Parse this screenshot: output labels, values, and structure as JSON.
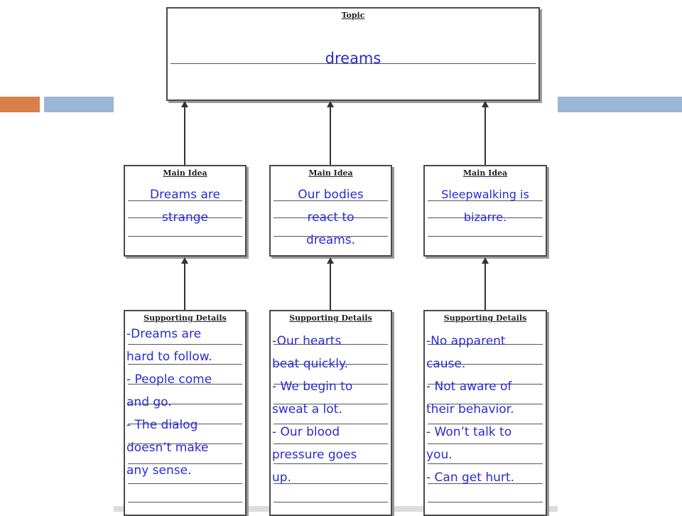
{
  "topic": {
    "heading": "Topic",
    "text": "dreams"
  },
  "main_heading": "Main Idea",
  "details_heading": "Supporting Details",
  "main_ideas": [
    {
      "line1": "Dreams are",
      "line2": "strange"
    },
    {
      "line1": "Our bodies",
      "line2": "react to",
      "line3": "dreams."
    },
    {
      "line1": "Sleepwalking is",
      "line2": "bizarre."
    }
  ],
  "details": [
    {
      "lines": [
        "-Dreams are",
        "hard to follow.",
        "- People come",
        "and go.",
        "- The dialog",
        "doesn’t make",
        "any sense."
      ]
    },
    {
      "lines": [
        "-Our hearts",
        "beat quickly.",
        "- We begin to",
        "sweat a lot.",
        "- Our blood",
        "pressure goes",
        "up."
      ]
    },
    {
      "lines": [
        "-No apparent",
        "cause.",
        "- Not aware of",
        "their behavior.",
        "- Won’t talk to",
        "you.",
        "- Can get hurt."
      ]
    }
  ],
  "colors": {
    "handwriting": "#2a2ad4",
    "accent_orange": "#d9804a",
    "accent_blue": "#9bb6d4",
    "border": "#4a4a4a"
  }
}
